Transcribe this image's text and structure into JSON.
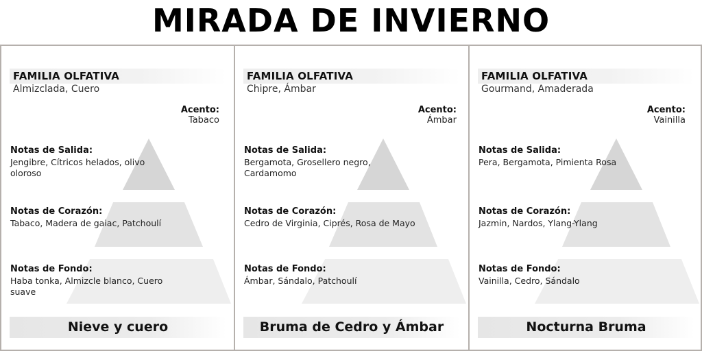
{
  "title": "MIRADA DE INVIERNO",
  "colors": {
    "border": "#b5b0ac",
    "pyramid_top": "#d6d6d6",
    "pyramid_middle": "#e3e3e3",
    "pyramid_bottom": "#eeeeee"
  },
  "panels": [
    {
      "family_label": "FAMILIA OLFATIVA",
      "family_value": "Almizclada, Cuero",
      "accent_label": "Acento:",
      "accent_value": "Tabaco",
      "top_label": "Notas de Salida:",
      "top_value": "Jengibre, Cítricos helados, olivo oloroso",
      "heart_label": "Notas de Corazón:",
      "heart_value": "Tabaco, Madera de gaiac, Patchoulí",
      "base_label": "Notas de Fondo:",
      "base_value": "Haba tonka, Almizcle blanco, Cuero suave",
      "name": "Nieve y cuero"
    },
    {
      "family_label": "FAMILIA OLFATIVA",
      "family_value": "Chipre, Ámbar",
      "accent_label": "Acento:",
      "accent_value": "Ámbar",
      "top_label": "Notas de Salida:",
      "top_value": "Bergamota, Grosellero negro, Cardamomo",
      "heart_label": "Notas de Corazón:",
      "heart_value": "Cedro de Virginia, Ciprés, Rosa de Mayo",
      "base_label": "Notas de Fondo:",
      "base_value": "Ámbar, Sándalo, Patchoulí",
      "name": "Bruma de Cedro y Ámbar"
    },
    {
      "family_label": "FAMILIA OLFATIVA",
      "family_value": "Gourmand, Amaderada",
      "accent_label": "Acento:",
      "accent_value": "Vainilla",
      "top_label": "Notas de Salida:",
      "top_value": "Pera, Bergamota, Pimienta Rosa",
      "heart_label": "Notas de Corazón:",
      "heart_value": "Jazmin, Nardos, Ylang-Ylang",
      "base_label": "Notas de Fondo:",
      "base_value": "Vainilla, Cedro, Sándalo",
      "name": "Nocturna Bruma"
    }
  ]
}
